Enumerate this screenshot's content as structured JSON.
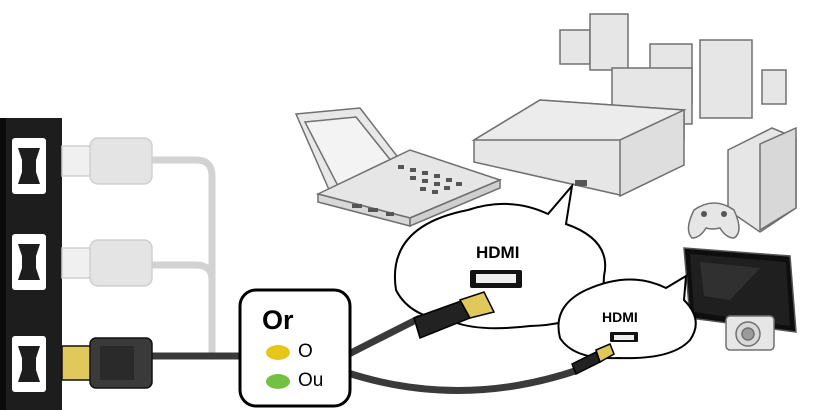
{
  "labels": {
    "or_title": "Or",
    "options": [
      {
        "text": "O",
        "color": "#e6c619"
      },
      {
        "text": "Ou",
        "color": "#74c043"
      }
    ],
    "hdmi_large": "HDMI",
    "hdmi_small": "HDMI"
  },
  "colors": {
    "tv_panel": "#1d1d1d",
    "inactive_cable": "#d2d2d2",
    "active_cable": "#3a3a3a",
    "device_fill": "#e6e6e6",
    "plug_gold": "#e0c85a"
  },
  "icons": [
    "tv-hdmi-ports",
    "laptop-icon",
    "av-receiver-icon",
    "speaker-icon",
    "game-console-icon",
    "gamepad-icon",
    "monitor-icon",
    "camera-icon"
  ]
}
